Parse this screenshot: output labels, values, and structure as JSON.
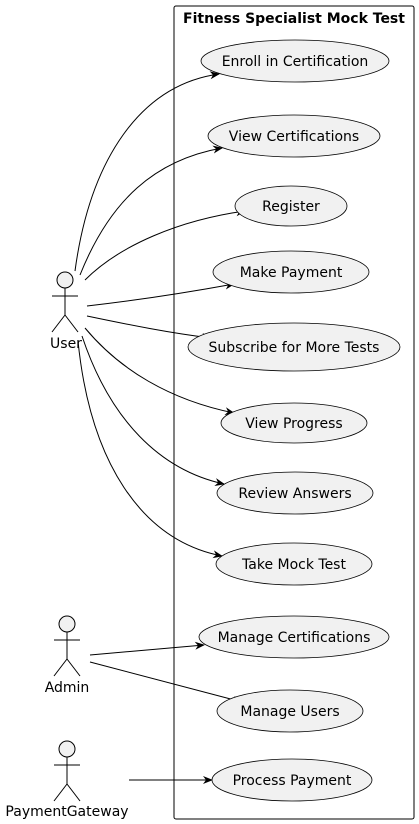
{
  "system": {
    "title": "Fitness Specialist Mock Test"
  },
  "actors": [
    {
      "id": "user",
      "label": "User"
    },
    {
      "id": "admin",
      "label": "Admin"
    },
    {
      "id": "gateway",
      "label": "PaymentGateway"
    }
  ],
  "use_cases": [
    {
      "id": "enroll",
      "label": "Enroll in Certification"
    },
    {
      "id": "viewcert",
      "label": "View Certifications"
    },
    {
      "id": "register",
      "label": "Register"
    },
    {
      "id": "payment",
      "label": "Make Payment"
    },
    {
      "id": "subscribe",
      "label": "Subscribe for More Tests"
    },
    {
      "id": "progress",
      "label": "View Progress"
    },
    {
      "id": "review",
      "label": "Review Answers"
    },
    {
      "id": "mocktest",
      "label": "Take Mock Test"
    },
    {
      "id": "managecert",
      "label": "Manage Certifications"
    },
    {
      "id": "manageusers",
      "label": "Manage Users"
    },
    {
      "id": "process",
      "label": "Process Payment"
    }
  ],
  "associations": [
    {
      "from": "user",
      "to": "enroll"
    },
    {
      "from": "user",
      "to": "viewcert"
    },
    {
      "from": "user",
      "to": "register"
    },
    {
      "from": "user",
      "to": "payment"
    },
    {
      "from": "user",
      "to": "subscribe"
    },
    {
      "from": "user",
      "to": "progress"
    },
    {
      "from": "user",
      "to": "review"
    },
    {
      "from": "user",
      "to": "mocktest"
    },
    {
      "from": "admin",
      "to": "managecert"
    },
    {
      "from": "admin",
      "to": "manageusers"
    },
    {
      "from": "gateway",
      "to": "process"
    }
  ],
  "colors": {
    "usecase_fill": "#f1f1f1",
    "line": "#000000",
    "actor_fill": "#f1f1f1"
  }
}
